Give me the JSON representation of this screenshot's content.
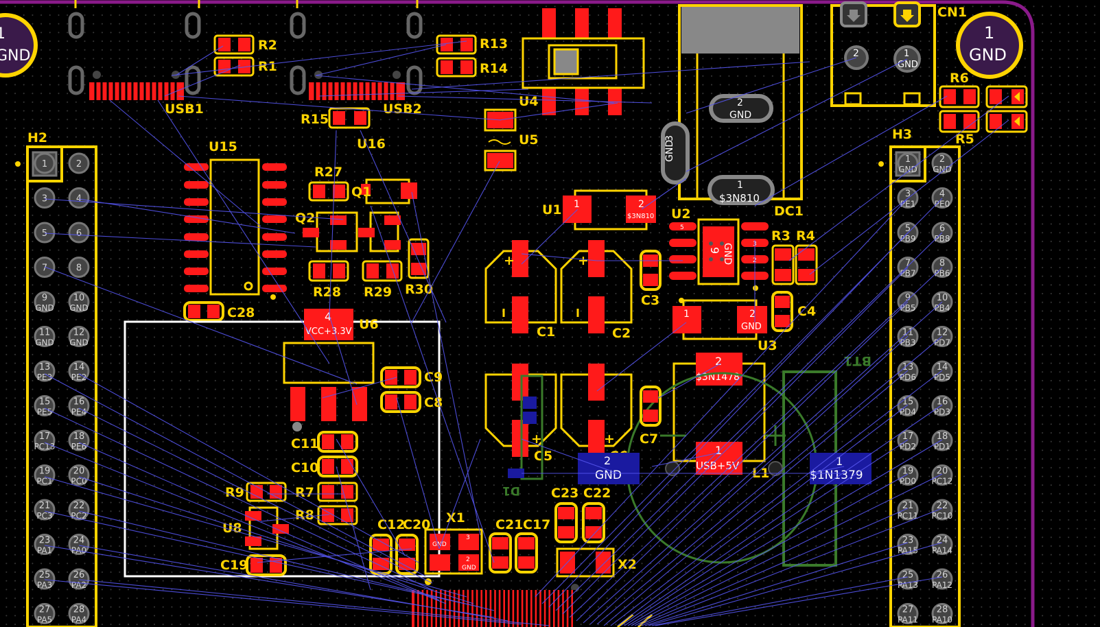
{
  "colors": {
    "background": "#000000",
    "board_outline": "#8a1a8a",
    "silkscreen": "#ffd400",
    "pad_red": "#ff1a1a",
    "pad_blue": "#1a1aa0",
    "ratsnest": "#5555ee",
    "courtyard_green": "#3a7a2a",
    "selection_box": "#ffffff"
  },
  "refs": {
    "usb1": "USB1",
    "usb2": "USB2",
    "r1": "R1",
    "r2": "R2",
    "r13": "R13",
    "r14": "R14",
    "r15": "R15",
    "u4": "U4",
    "u5": "U5",
    "cn1": "CN1",
    "dc1": "DC1",
    "h2": "H2",
    "h3": "H3",
    "u15": "U15",
    "u16": "U16",
    "r27": "R27",
    "q1": "Q1",
    "q2": "Q2",
    "r28": "R28",
    "r29": "R29",
    "r30": "R30",
    "c28": "C28",
    "u1": "U1",
    "u2": "U2",
    "r3": "R3",
    "r4": "R4",
    "r5": "R5",
    "r6": "R6",
    "c1": "C1",
    "c2": "C2",
    "c3": "C3",
    "c4": "C4",
    "u3": "U3",
    "u6": "U6",
    "c9": "C9",
    "c8": "C8",
    "c11": "C11",
    "c10": "C10",
    "r9": "R9",
    "r7": "R7",
    "r8": "R8",
    "u8": "U8",
    "c19": "C19",
    "c12": "C12",
    "c20": "C20",
    "x1": "X1",
    "c21": "C21",
    "c17": "C17",
    "c23": "C23",
    "c22": "C22",
    "x2": "X2",
    "c5": "C5",
    "c6": "C6",
    "c7": "C7",
    "l1": "L1",
    "bt1": "BT1",
    "d1": "D1"
  },
  "pads": {
    "gnd": "GND",
    "one": "1",
    "two": "2",
    "three": "3",
    "four": "4",
    "five": "5",
    "nine": "9",
    "net_3n810": "$3N810",
    "net_3n1478": "$3N1478",
    "net_1n1379": "$1N1379",
    "vcc33": "VCC+3.3V",
    "usb5v": "USB+5V"
  },
  "h2_pins": [
    [
      "1",
      ""
    ],
    [
      "2",
      ""
    ],
    [
      "3",
      ""
    ],
    [
      "4",
      ""
    ],
    [
      "5",
      ""
    ],
    [
      "6",
      ""
    ],
    [
      "7",
      ""
    ],
    [
      "8",
      ""
    ],
    [
      "9",
      "GND"
    ],
    [
      "10",
      "GND"
    ],
    [
      "11",
      "GND"
    ],
    [
      "12",
      "GND"
    ],
    [
      "13",
      "PE3"
    ],
    [
      "14",
      "PE2"
    ],
    [
      "15",
      "PE5"
    ],
    [
      "16",
      "PE4"
    ],
    [
      "17",
      "PC13"
    ],
    [
      "18",
      "PE6"
    ],
    [
      "19",
      "PC1"
    ],
    [
      "20",
      "PC0"
    ],
    [
      "21",
      "PC3"
    ],
    [
      "22",
      "PC2"
    ],
    [
      "23",
      "PA1"
    ],
    [
      "24",
      "PA0"
    ],
    [
      "25",
      "PA3"
    ],
    [
      "26",
      "PA2"
    ],
    [
      "27",
      "PA5"
    ],
    [
      "28",
      "PA4"
    ]
  ],
  "h3_pins": [
    [
      "1",
      "GND"
    ],
    [
      "2",
      "GND"
    ],
    [
      "3",
      "PE1"
    ],
    [
      "4",
      "PE0"
    ],
    [
      "5",
      "PB9"
    ],
    [
      "6",
      "PB8"
    ],
    [
      "7",
      "PB7"
    ],
    [
      "8",
      "PB6"
    ],
    [
      "9",
      "PB5"
    ],
    [
      "10",
      "PB4"
    ],
    [
      "11",
      "PB3"
    ],
    [
      "12",
      "PD7"
    ],
    [
      "13",
      "PD6"
    ],
    [
      "14",
      "PD5"
    ],
    [
      "15",
      "PD4"
    ],
    [
      "16",
      "PD3"
    ],
    [
      "17",
      "PD2"
    ],
    [
      "18",
      "PD1"
    ],
    [
      "19",
      "PD0"
    ],
    [
      "20",
      "PC12"
    ],
    [
      "21",
      "PC11"
    ],
    [
      "22",
      "PC10"
    ],
    [
      "23",
      "PA15"
    ],
    [
      "24",
      "PA14"
    ],
    [
      "25",
      "PA13"
    ],
    [
      "26",
      "PA12"
    ],
    [
      "27",
      "PA11"
    ],
    [
      "28",
      "PA10"
    ]
  ]
}
